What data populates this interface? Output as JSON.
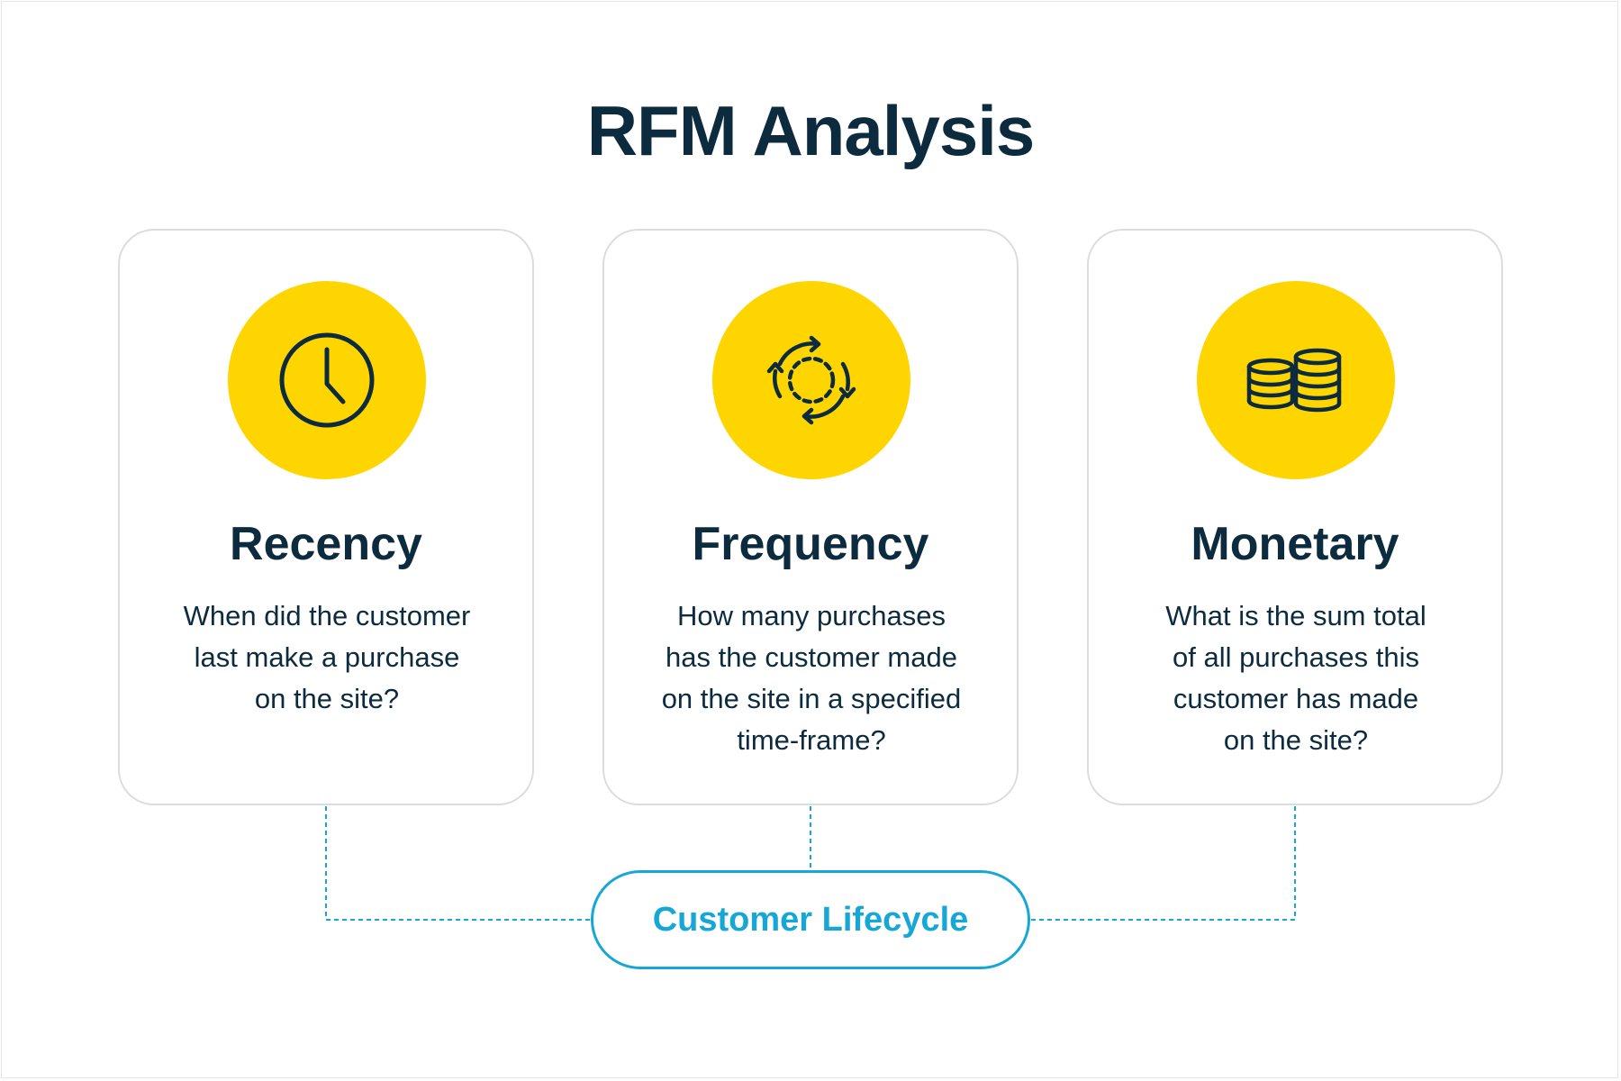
{
  "title": "RFM Analysis",
  "colors": {
    "title_text": "#0d2b3e",
    "icon_circle": "#ffd500",
    "card_border": "#dcdcdc",
    "accent": "#17a7d6"
  },
  "cards": [
    {
      "title": "Recency",
      "icon": "clock-icon",
      "lines": [
        "When did the customer",
        "last make a purchase",
        "on the site?"
      ]
    },
    {
      "title": "Frequency",
      "icon": "refresh-cycle-icon",
      "lines": [
        "How many purchases",
        "has the customer made",
        "on the site in a specified",
        "time-frame?"
      ]
    },
    {
      "title": "Monetary",
      "icon": "coins-icon",
      "lines": [
        "What is the sum total",
        "of all purchases this",
        "customer has made",
        "on the site?"
      ]
    }
  ],
  "lifecycle": {
    "label": "Customer Lifecycle"
  }
}
